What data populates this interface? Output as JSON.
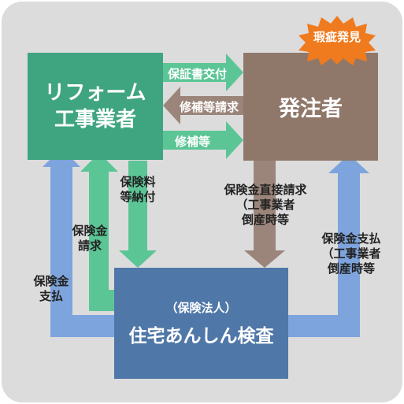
{
  "boxes": {
    "reform": {
      "line1": "リフォーム",
      "line2": "工事業者"
    },
    "client": "発注者",
    "inspection": {
      "sub": "（保険法人）",
      "main": "住宅あんしん検査"
    }
  },
  "badge": "瑕疵発見",
  "arrows": {
    "cert_issue": "保証書交付",
    "repair_request": "修補等請求",
    "repair": "修補等"
  },
  "labels": {
    "premium_payment": [
      "保険料",
      "等納付"
    ],
    "insurance_claim": [
      "保険金",
      "請求"
    ],
    "insurance_payout_left": [
      "保険金",
      "支払"
    ],
    "direct_claim": [
      "保険金直接請求",
      "（工事業者",
      "倒産時等"
    ],
    "payout_right": [
      "保険金支払",
      "（工事業者",
      "倒産時等"
    ]
  },
  "colors": {
    "background": "#dcdcdc",
    "reform_box": "#3fa580",
    "client_box": "#8f786a",
    "inspection_box": "#4f77a8",
    "green_arrow": "#5cc596",
    "brown_arrow": "#9b857a",
    "blue_arrow": "#7da4dc",
    "badge": "#f07a1e"
  }
}
